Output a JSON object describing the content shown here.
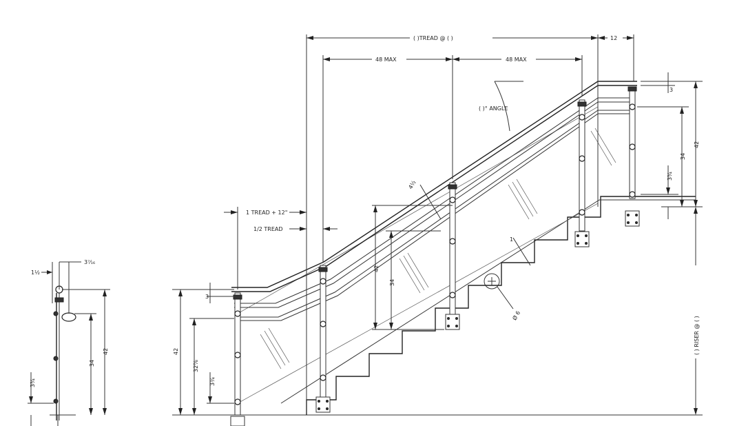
{
  "labels": {
    "tread_span": "(      )TREAD @ (      )",
    "overhang": "12",
    "max_left": "48 MAX",
    "max_right": "48 MAX",
    "angle": "(      )° ANGLE",
    "tread_extension": "1 TREAD + 12\"",
    "half_tread": "1/2 TREAD",
    "rail_offset": "4½",
    "gap_1": "1",
    "diameter": "Ø 6",
    "left_h42": "42",
    "left_h32": "32⅞",
    "left_h3_34": "3¾",
    "left_h3": "3",
    "mid_h42": "42",
    "mid_h34": "34",
    "right_h3": "3",
    "right_h42": "42",
    "right_h34": "34",
    "right_h3_34": "3¾",
    "riser_label": "(      ) RISER @ (      )",
    "detail_w1": "1½",
    "detail_w2": "3⁷⁄₁₆",
    "detail_h42": "42",
    "detail_h34": "34",
    "detail_h3_34": "3¾"
  }
}
